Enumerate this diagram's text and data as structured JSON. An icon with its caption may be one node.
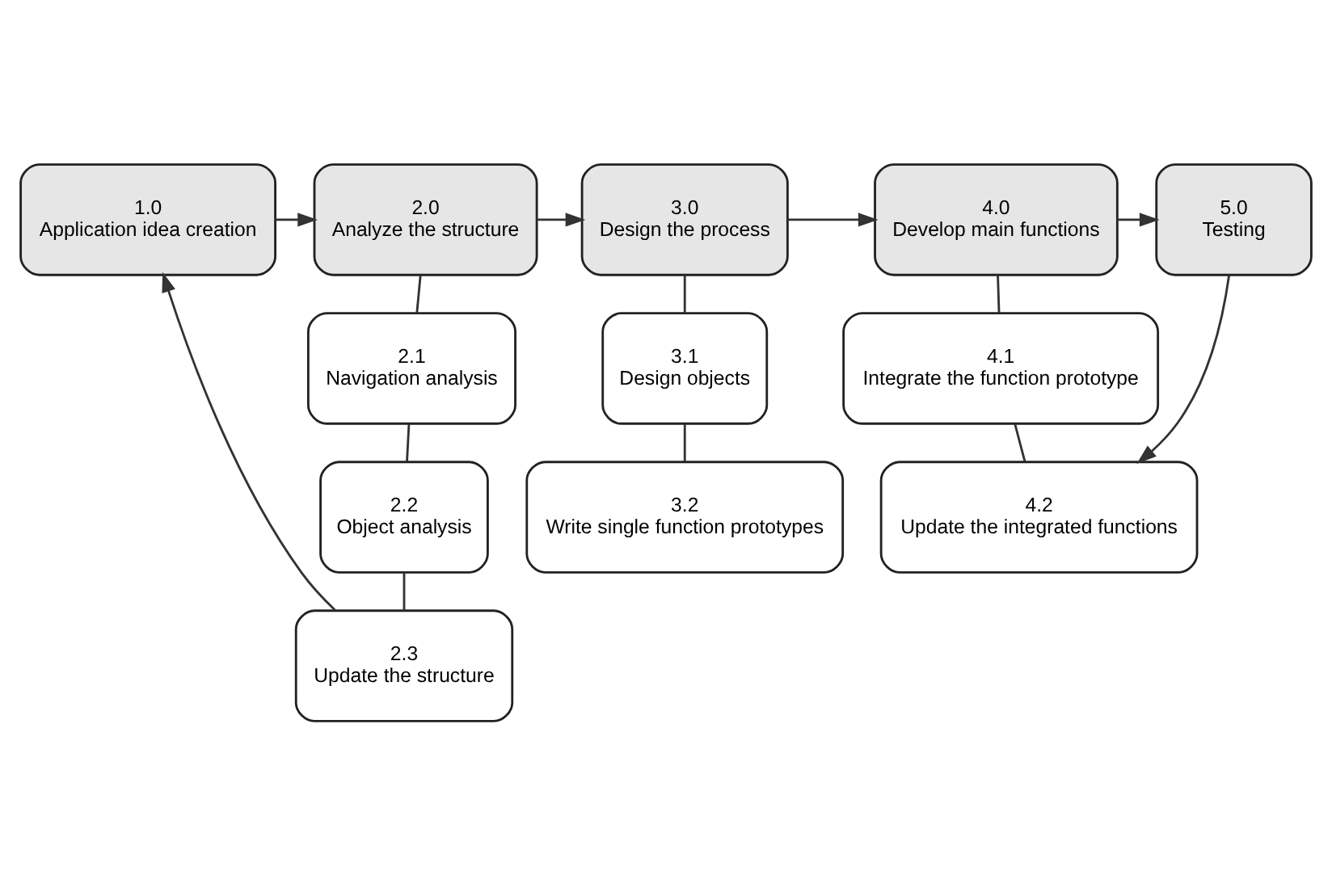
{
  "diagram": {
    "nodes": [
      {
        "text": [
          "1.0",
          "Application idea creation"
        ]
      },
      {
        "text": [
          "2.0",
          "Analyze the structure"
        ]
      },
      {
        "text": [
          "3.0",
          "Design the process"
        ]
      },
      {
        "text": [
          "4.0",
          "Develop main functions"
        ]
      },
      {
        "text": [
          "5.0",
          "Testing"
        ]
      },
      {
        "text": [
          "2.1",
          "Navigation analysis"
        ]
      },
      {
        "text": [
          "2.2",
          "Object analysis"
        ]
      },
      {
        "text": [
          "2.3",
          "Update the structure"
        ]
      },
      {
        "text": [
          "3.1",
          "Design objects"
        ]
      },
      {
        "text": [
          "3.2",
          "Write single function prototypes"
        ]
      },
      {
        "text": [
          "4.1",
          "Integrate the function prototype"
        ]
      },
      {
        "text": [
          "4.2",
          "Update the integrated functions"
        ]
      }
    ],
    "edges": [
      {
        "from": 0,
        "to": 1,
        "arrow": "to"
      },
      {
        "from": 1,
        "to": 2,
        "arrow": "to"
      },
      {
        "from": 2,
        "to": 3,
        "arrow": "to"
      },
      {
        "from": 3,
        "to": 4,
        "arrow": "to"
      },
      {
        "from": 1,
        "to": 5,
        "arrow": "none"
      },
      {
        "from": 5,
        "to": 6,
        "arrow": "none"
      },
      {
        "from": 6,
        "to": 7,
        "arrow": "none"
      },
      {
        "from": 2,
        "to": 8,
        "arrow": "none"
      },
      {
        "from": 8,
        "to": 9,
        "arrow": "none"
      },
      {
        "from": 3,
        "to": 10,
        "arrow": "none"
      },
      {
        "from": 10,
        "to": 11,
        "arrow": "none"
      },
      {
        "from": 4,
        "to": 11,
        "arrow": "to"
      },
      {
        "from": 7,
        "to": 0,
        "arrow": "to"
      }
    ]
  }
}
